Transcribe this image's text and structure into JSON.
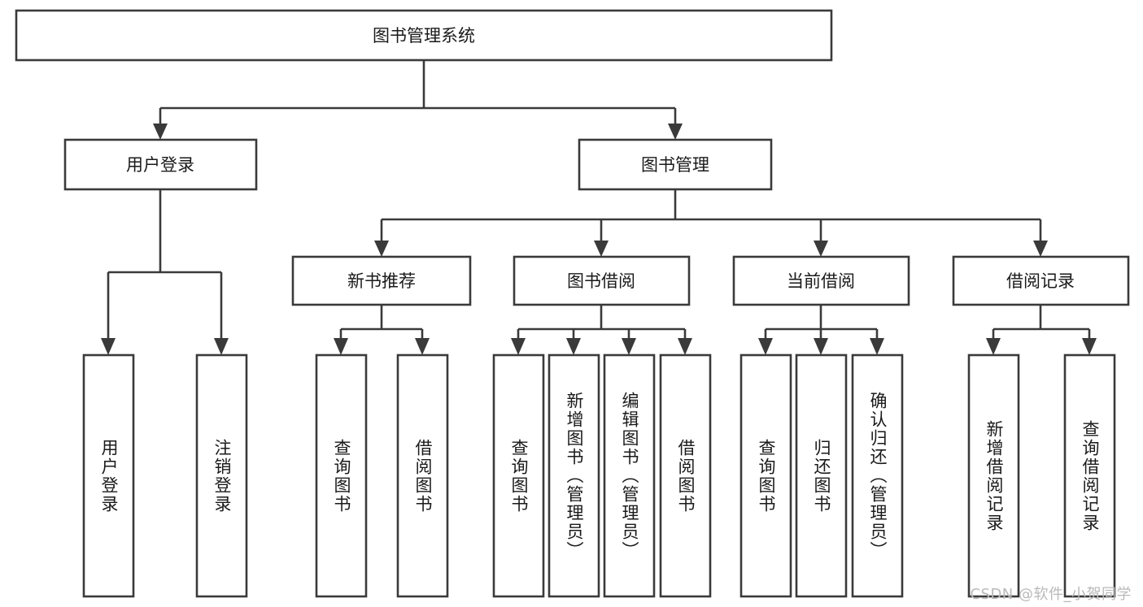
{
  "diagram": {
    "type": "tree-hierarchy-chart",
    "title": "图书管理系统",
    "orientation": "top-down",
    "colors": {
      "stroke": "#3a3a3a",
      "fill": "#ffffff",
      "text": "#1a1a1a",
      "watermark": "#b9b9b9",
      "background": "#ffffff"
    },
    "root": {
      "id": "root",
      "label": "图书管理系统"
    },
    "level1": [
      {
        "id": "user-login",
        "label": "用户登录"
      },
      {
        "id": "book-manage",
        "label": "图书管理"
      }
    ],
    "level2": [
      {
        "id": "new-book-rec",
        "label": "新书推荐",
        "parent": "book-manage"
      },
      {
        "id": "book-borrow",
        "label": "图书借阅",
        "parent": "book-manage"
      },
      {
        "id": "current-borrow",
        "label": "当前借阅",
        "parent": "book-manage"
      },
      {
        "id": "borrow-record",
        "label": "借阅记录",
        "parent": "book-manage"
      }
    ],
    "leaves": [
      {
        "id": "leaf-user-login",
        "label": "用户登录",
        "parent": "user-login"
      },
      {
        "id": "leaf-user-logout",
        "label": "注销登录",
        "parent": "user-login"
      },
      {
        "id": "leaf-query-book-1",
        "label": "查询图书",
        "parent": "new-book-rec"
      },
      {
        "id": "leaf-borrow-book-1",
        "label": "借阅图书",
        "parent": "new-book-rec"
      },
      {
        "id": "leaf-query-book-2",
        "label": "查询图书",
        "parent": "book-borrow"
      },
      {
        "id": "leaf-add-book",
        "label": "新增图书（管理员）",
        "parent": "book-borrow"
      },
      {
        "id": "leaf-edit-book",
        "label": "编辑图书（管理员）",
        "parent": "book-borrow"
      },
      {
        "id": "leaf-borrow-book-2",
        "label": "借阅图书",
        "parent": "book-borrow"
      },
      {
        "id": "leaf-query-book-3",
        "label": "查询图书",
        "parent": "current-borrow"
      },
      {
        "id": "leaf-return-book",
        "label": "归还图书",
        "parent": "current-borrow"
      },
      {
        "id": "leaf-confirm-return",
        "label": "确认归还（管理员）",
        "parent": "current-borrow"
      },
      {
        "id": "leaf-add-record",
        "label": "新增借阅记录",
        "parent": "borrow-record"
      },
      {
        "id": "leaf-query-record",
        "label": "查询借阅记录",
        "parent": "borrow-record"
      }
    ]
  },
  "watermark": {
    "text": "CSDN @软件_小贺同学"
  }
}
